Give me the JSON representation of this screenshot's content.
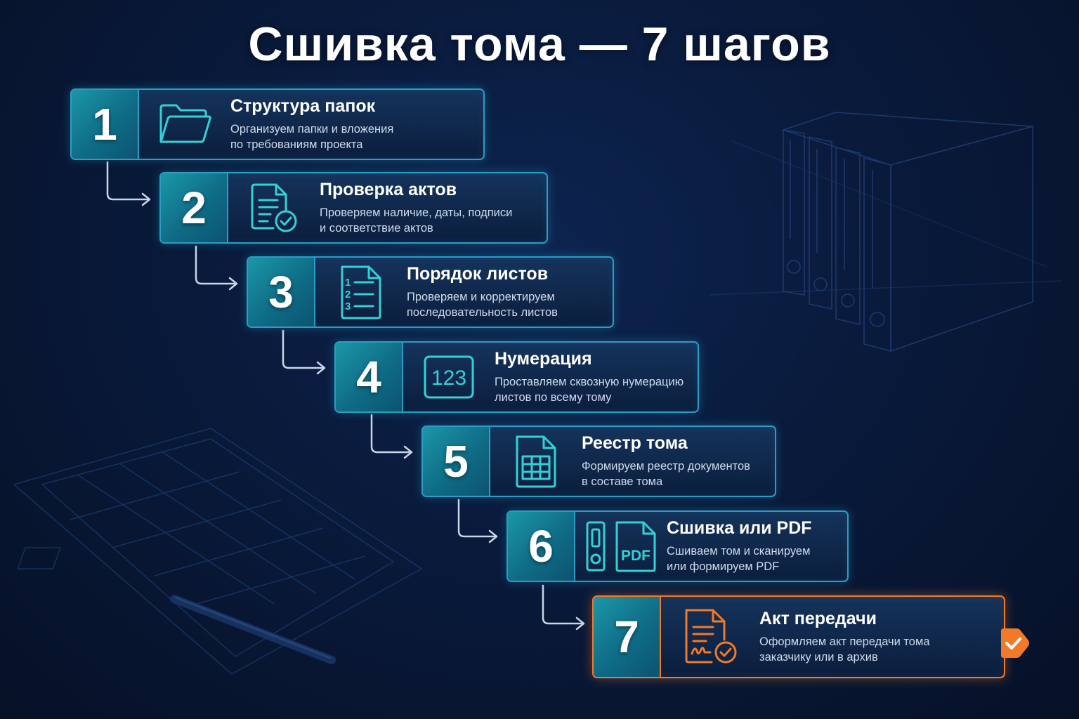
{
  "title": "Сшивка тома — 7 шагов",
  "colors": {
    "accent_teal": "#2c9cc4",
    "accent_orange": "#f07a2a",
    "icon_teal": "#34d0d6",
    "background": "#091a3b"
  },
  "steps": [
    {
      "number": "1",
      "icon": "folder-icon",
      "title": "Структура папок",
      "desc_line1": "Организуем папки и вложения",
      "desc_line2": "по требованиям проекта"
    },
    {
      "number": "2",
      "icon": "document-check-icon",
      "title": "Проверка актов",
      "desc_line1": "Проверяем наличие, даты, подписи",
      "desc_line2": "и соответствие актов"
    },
    {
      "number": "3",
      "icon": "numbered-list-icon",
      "title": "Порядок листов",
      "desc_line1": "Проверяем и корректируем",
      "desc_line2": "последовательность листов",
      "icon_digits": [
        "1",
        "2",
        "3"
      ]
    },
    {
      "number": "4",
      "icon": "numbering-123-icon",
      "title": "Нумерация",
      "desc_line1": "Проставляем сквозную нумерацию",
      "desc_line2": "листов по всему тому",
      "icon_text": "123"
    },
    {
      "number": "5",
      "icon": "spreadsheet-icon",
      "title": "Реестр тома",
      "desc_line1": "Формируем реестр документов",
      "desc_line2": "в составе тома"
    },
    {
      "number": "6",
      "icon": "binder-pdf-icon",
      "title": "Сшивка или PDF",
      "desc_line1": "Сшиваем том и сканируем",
      "desc_line2": "или формируем PDF",
      "icon_text": "PDF"
    },
    {
      "number": "7",
      "icon": "signed-act-icon",
      "title": "Акт передачи",
      "desc_line1": "Оформляем акт передачи тома",
      "desc_line2": "заказчику или в архив"
    }
  ]
}
